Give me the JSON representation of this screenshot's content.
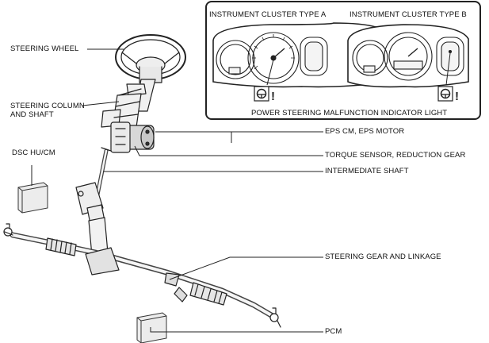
{
  "labels": {
    "steering_wheel": "STEERING WHEEL",
    "steering_column": "STEERING COLUMN\nAND SHAFT",
    "dsc": "DSC HU/CM",
    "eps": "EPS CM, EPS MOTOR",
    "torque": "TORQUE SENSOR, REDUCTION GEAR",
    "intermediate": "INTERMEDIATE SHAFT",
    "steering_gear": "STEERING GEAR AND LINKAGE",
    "pcm": "PCM"
  },
  "cluster_panel": {
    "type_a": "INSTRUMENT CLUSTER TYPE A",
    "type_b": "INSTRUMENT CLUSTER TYPE B",
    "indicator": "POWER STEERING MALFUNCTION INDICATOR LIGHT"
  },
  "icons": [
    "steering-warning-icon"
  ]
}
